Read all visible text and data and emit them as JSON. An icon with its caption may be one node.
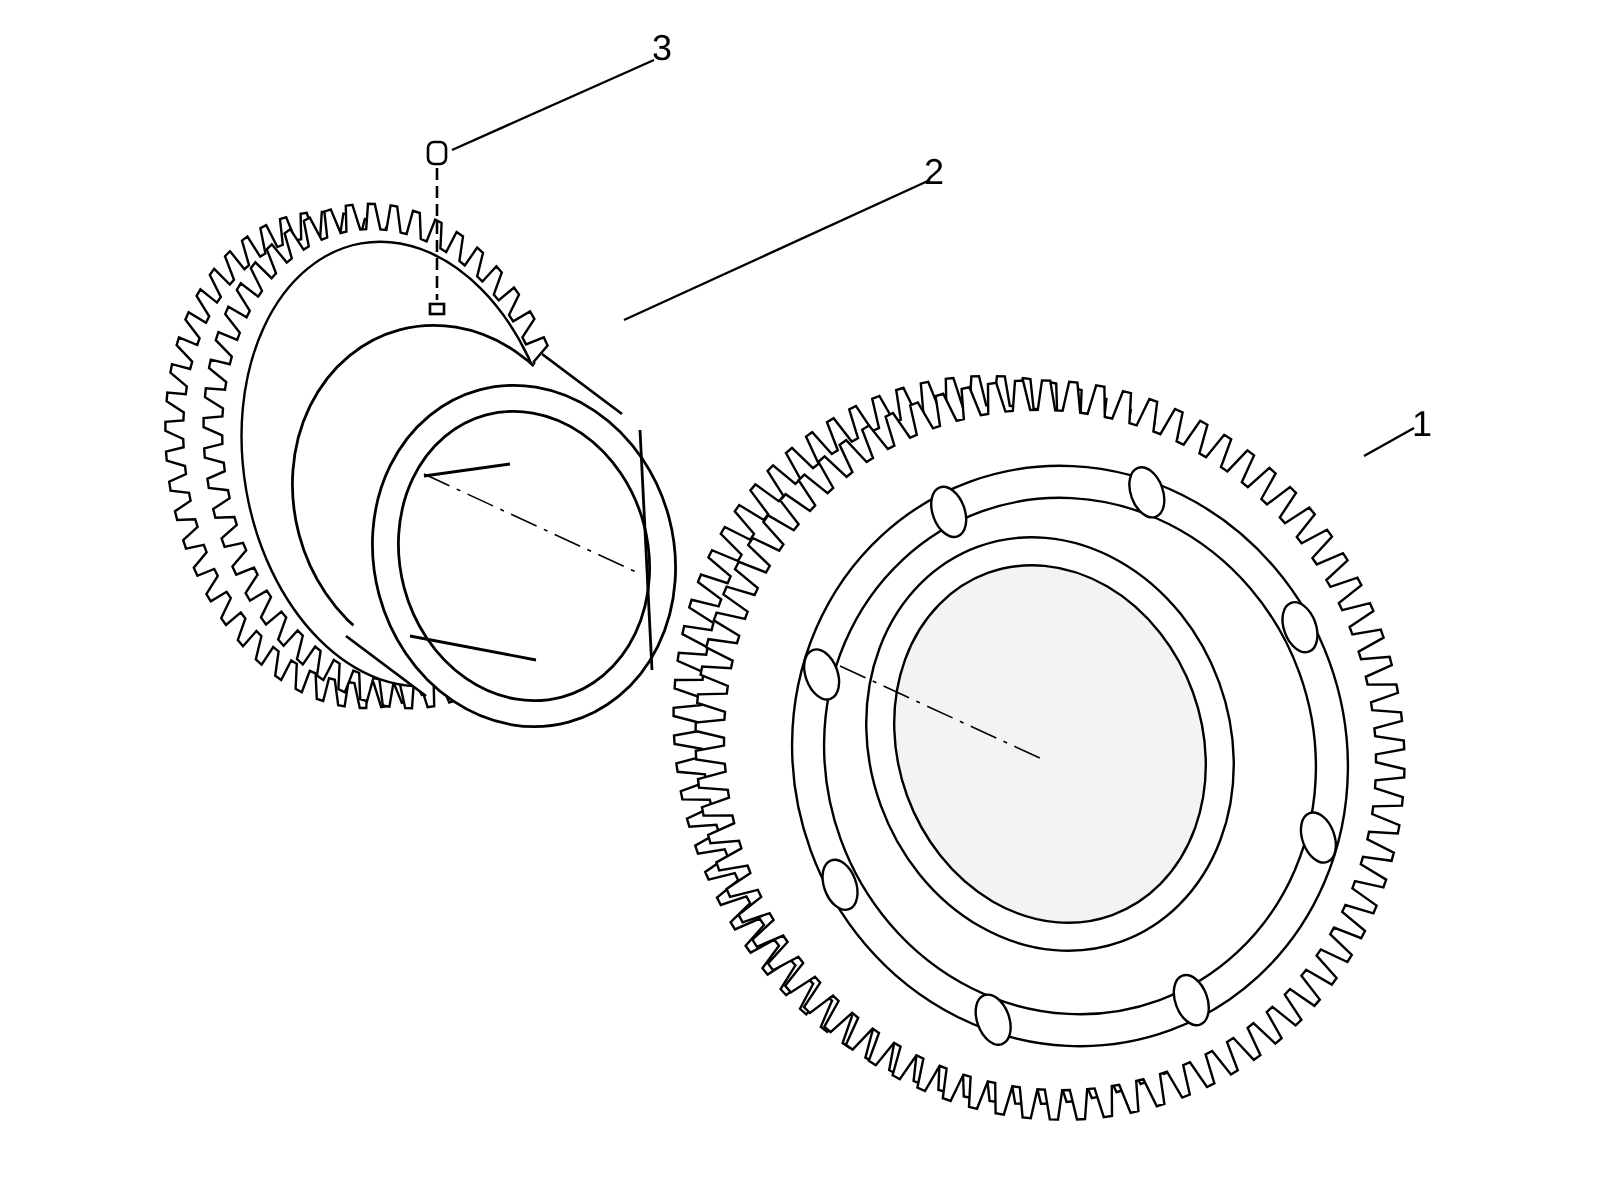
{
  "diagram": {
    "nodes": [
      {
        "text": [
          "3"
        ]
      },
      {
        "text": [
          "2"
        ]
      },
      {
        "text": [
          "1"
        ]
      },
      {
        "text": [],
        "shape": "picture"
      },
      {
        "text": [],
        "shape": "picture"
      },
      {
        "text": [],
        "shape": "picture"
      }
    ],
    "edges": [
      {
        "from": 0,
        "to": 3,
        "arrow": "none"
      },
      {
        "from": 1,
        "to": 4,
        "arrow": "none"
      },
      {
        "from": 2,
        "to": 5,
        "arrow": "none"
      }
    ]
  }
}
